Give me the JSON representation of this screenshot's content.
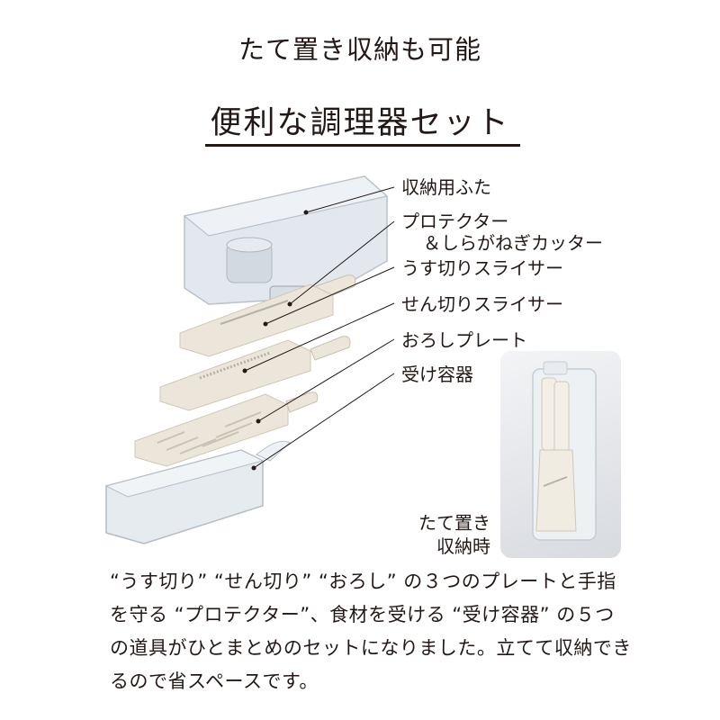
{
  "header": {
    "caption": "たて置き収納も可能",
    "title": "便利な調理器セット"
  },
  "callouts": [
    {
      "id": "lid",
      "label": "収納用ふた"
    },
    {
      "id": "protector",
      "label": "プロテクター",
      "sub_label": "＆しらがねぎカッター"
    },
    {
      "id": "thin-slicer",
      "label": "うす切りスライサー"
    },
    {
      "id": "julienne-slicer",
      "label": "せん切りスライサー"
    },
    {
      "id": "grater",
      "label": "おろしプレート"
    },
    {
      "id": "container",
      "label": "受け容器"
    }
  ],
  "inset": {
    "line1": "たて置き",
    "line2": "収納時"
  },
  "description": "“うす切り” “せん切り” “おろし” の３つのプレートと手指を守る “プロテクター”、食材を受ける “受け容器” の５つの道具がひとまとめのセットになりました。立てて収納できるので省スペースです。",
  "colors": {
    "text": "#231815",
    "plate": "#ece6da",
    "plate_edge": "#d2cbbd",
    "clear_plastic": "#dfe5ec",
    "leader_line": "#231815"
  }
}
